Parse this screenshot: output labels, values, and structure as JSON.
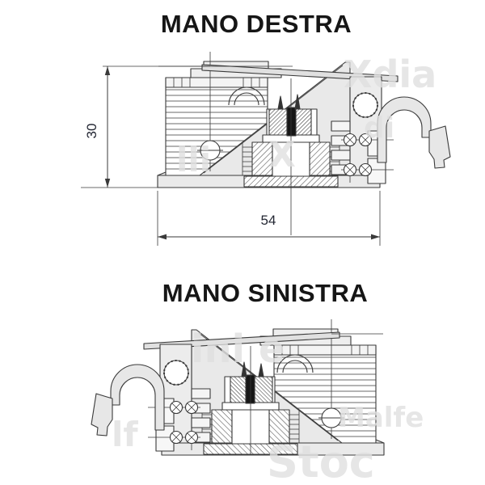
{
  "page": {
    "background": "#ffffff",
    "description": "Technical drawing sheet: lock mechanism side sections, right-hand and left-hand versions"
  },
  "drawings": [
    {
      "id": "mano-destra",
      "title": "MANO DESTRA",
      "hand": "right",
      "dims": {
        "height": "30",
        "width": "54"
      }
    },
    {
      "id": "mano-sinistra",
      "title": "MANO SINISTRA",
      "hand": "left",
      "dims": {}
    }
  ],
  "watermark": {
    "fragments": [
      "Xdia",
      "di",
      "lli",
      "X",
      "ini",
      "e",
      "lf",
      "Malfe",
      "Stoc"
    ]
  },
  "colors": {
    "background": "#ffffff",
    "line": "#3a3a3a",
    "fill_light": "#e9e9e9",
    "slot_dark": "#161616",
    "dim_text": "#232733",
    "title_text": "#161616",
    "watermark": "#e0e0e0"
  }
}
